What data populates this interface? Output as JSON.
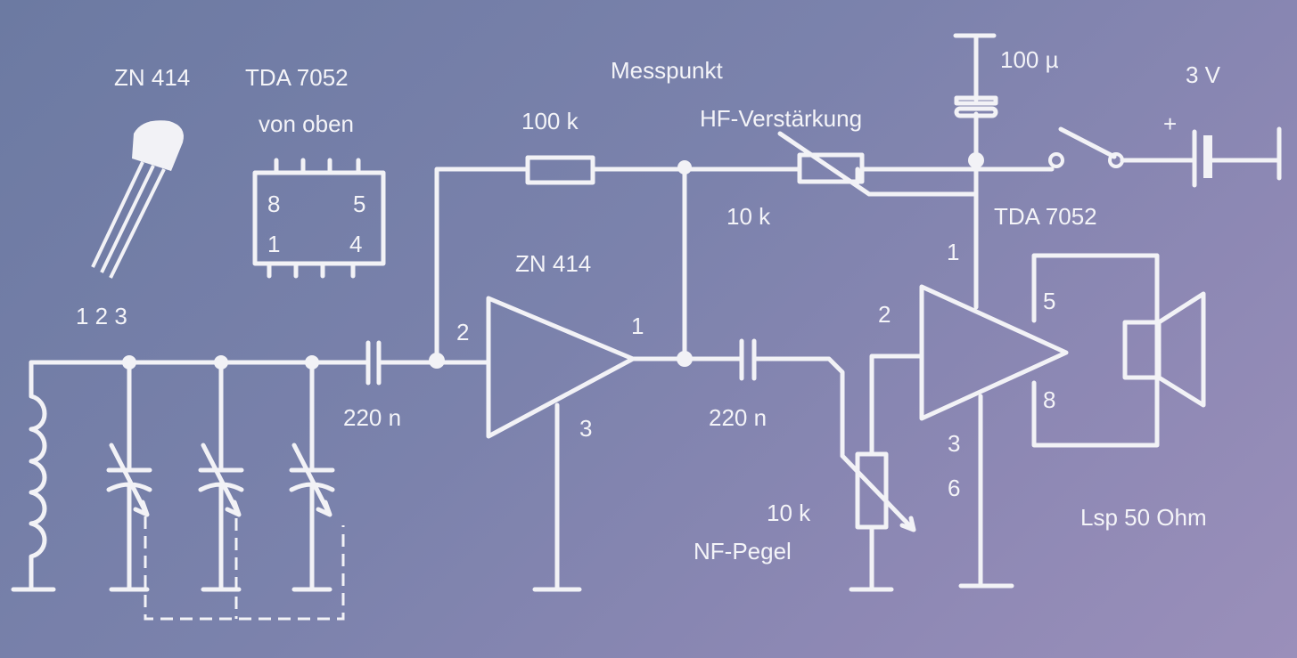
{
  "labels": {
    "zn414_pkg": "ZN 414",
    "tda_pkg": "TDA 7052",
    "tda_pkg_sub": "von oben",
    "zn414_pins": "1 2 3",
    "tda_pin_8": "8",
    "tda_pin_5": "5",
    "tda_pin_1": "1",
    "tda_pin_4": "4",
    "messpunkt": "Messpunkt",
    "r_feedback": "100 k",
    "hf_gain": "HF-Verstärkung",
    "hf_pot": "10 k",
    "cap_supply": "100 µ",
    "battery": "3 V",
    "battery_plus": "+",
    "tda_amp": "TDA 7052",
    "tda_in_pin1": "1",
    "tda_in_pin2": "2",
    "tda_out_pin5": "5",
    "tda_out_pin8": "8",
    "tda_gnd_pin3": "3",
    "tda_gnd_pin6": "6",
    "zn_amp": "ZN 414",
    "zn_pin2": "2",
    "zn_pin1": "1",
    "zn_pin3": "3",
    "cap_in": "220 n",
    "cap_couple": "220 n",
    "nf_pot": "10 k",
    "nf_level": "NF-Pegel",
    "speaker": "Lsp 50 Ohm"
  }
}
